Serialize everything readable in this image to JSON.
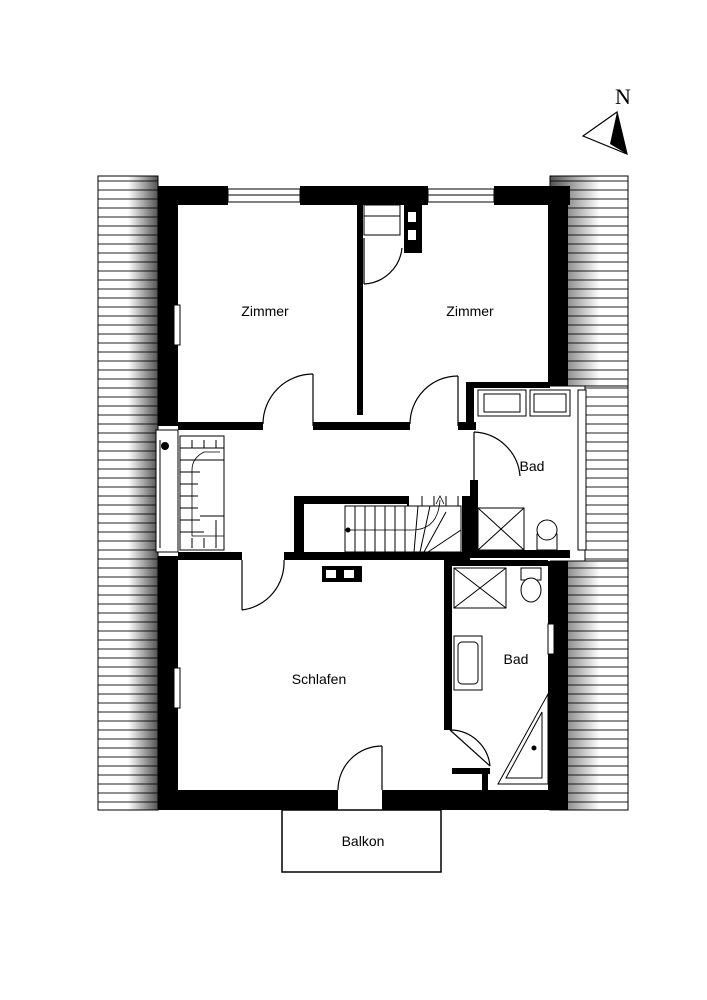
{
  "compass": {
    "label": "N"
  },
  "rooms": {
    "zimmer_west": "Zimmer",
    "zimmer_east": "Zimmer",
    "bad_upper": "Bad",
    "bad_lower": "Bad",
    "schlafen": "Schlafen",
    "balkon": "Balkon"
  }
}
